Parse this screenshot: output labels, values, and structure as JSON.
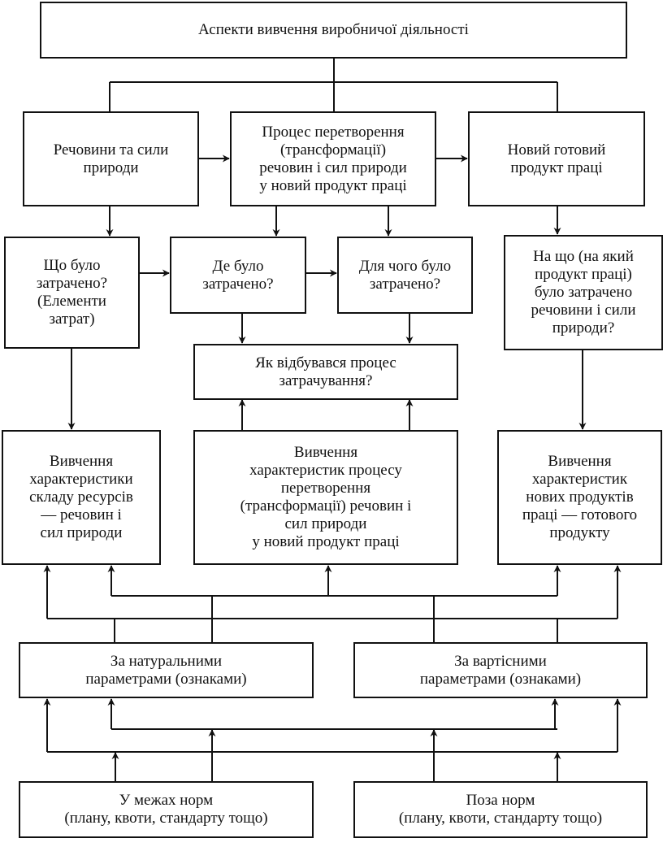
{
  "diagram": {
    "title": "Аспекти вивчення виробничої діяльності",
    "row1": {
      "substances": "Речовини та сили\nприроди",
      "process": "Процес перетворення\n(трансформації)\nречовин і сил природи\nу новий продукт праці",
      "product": "Новий готовий\nпродукт праці"
    },
    "row2": {
      "what": "Що було\nзатрачено?\n(Елементи\nзатрат)",
      "where": "Де було\nзатрачено?",
      "for_what": "Для чого було\nзатрачено?",
      "on_what": "На що (на який\nпродукт праці)\nбуло затрачено\nречовини і сили\nприроди?"
    },
    "how": "Як відбувався процес\nзатрачування?",
    "row3": {
      "resources": "Вивчення\nхарактеристики\nскладу ресурсів\n— речовин і\nсил природи",
      "process_study": "Вивчення\nхарактеристик процесу\nперетворення\n(трансформації) речовин і\nсил природи\nу новий продукт праці",
      "products_study": "Вивчення\nхарактеристик\nнових продуктів\nпраці — готового\nпродукту"
    },
    "params": {
      "natural": "За натуральними\nпараметрами (ознаками)",
      "cost": "За вартісними\nпараметрами (ознаками)"
    },
    "norms": {
      "within": "У межах норм\n(плану, квоти, стандарту тощо)",
      "outside": "Поза норм\n(плану, квоти, стандарту тощо)"
    }
  }
}
